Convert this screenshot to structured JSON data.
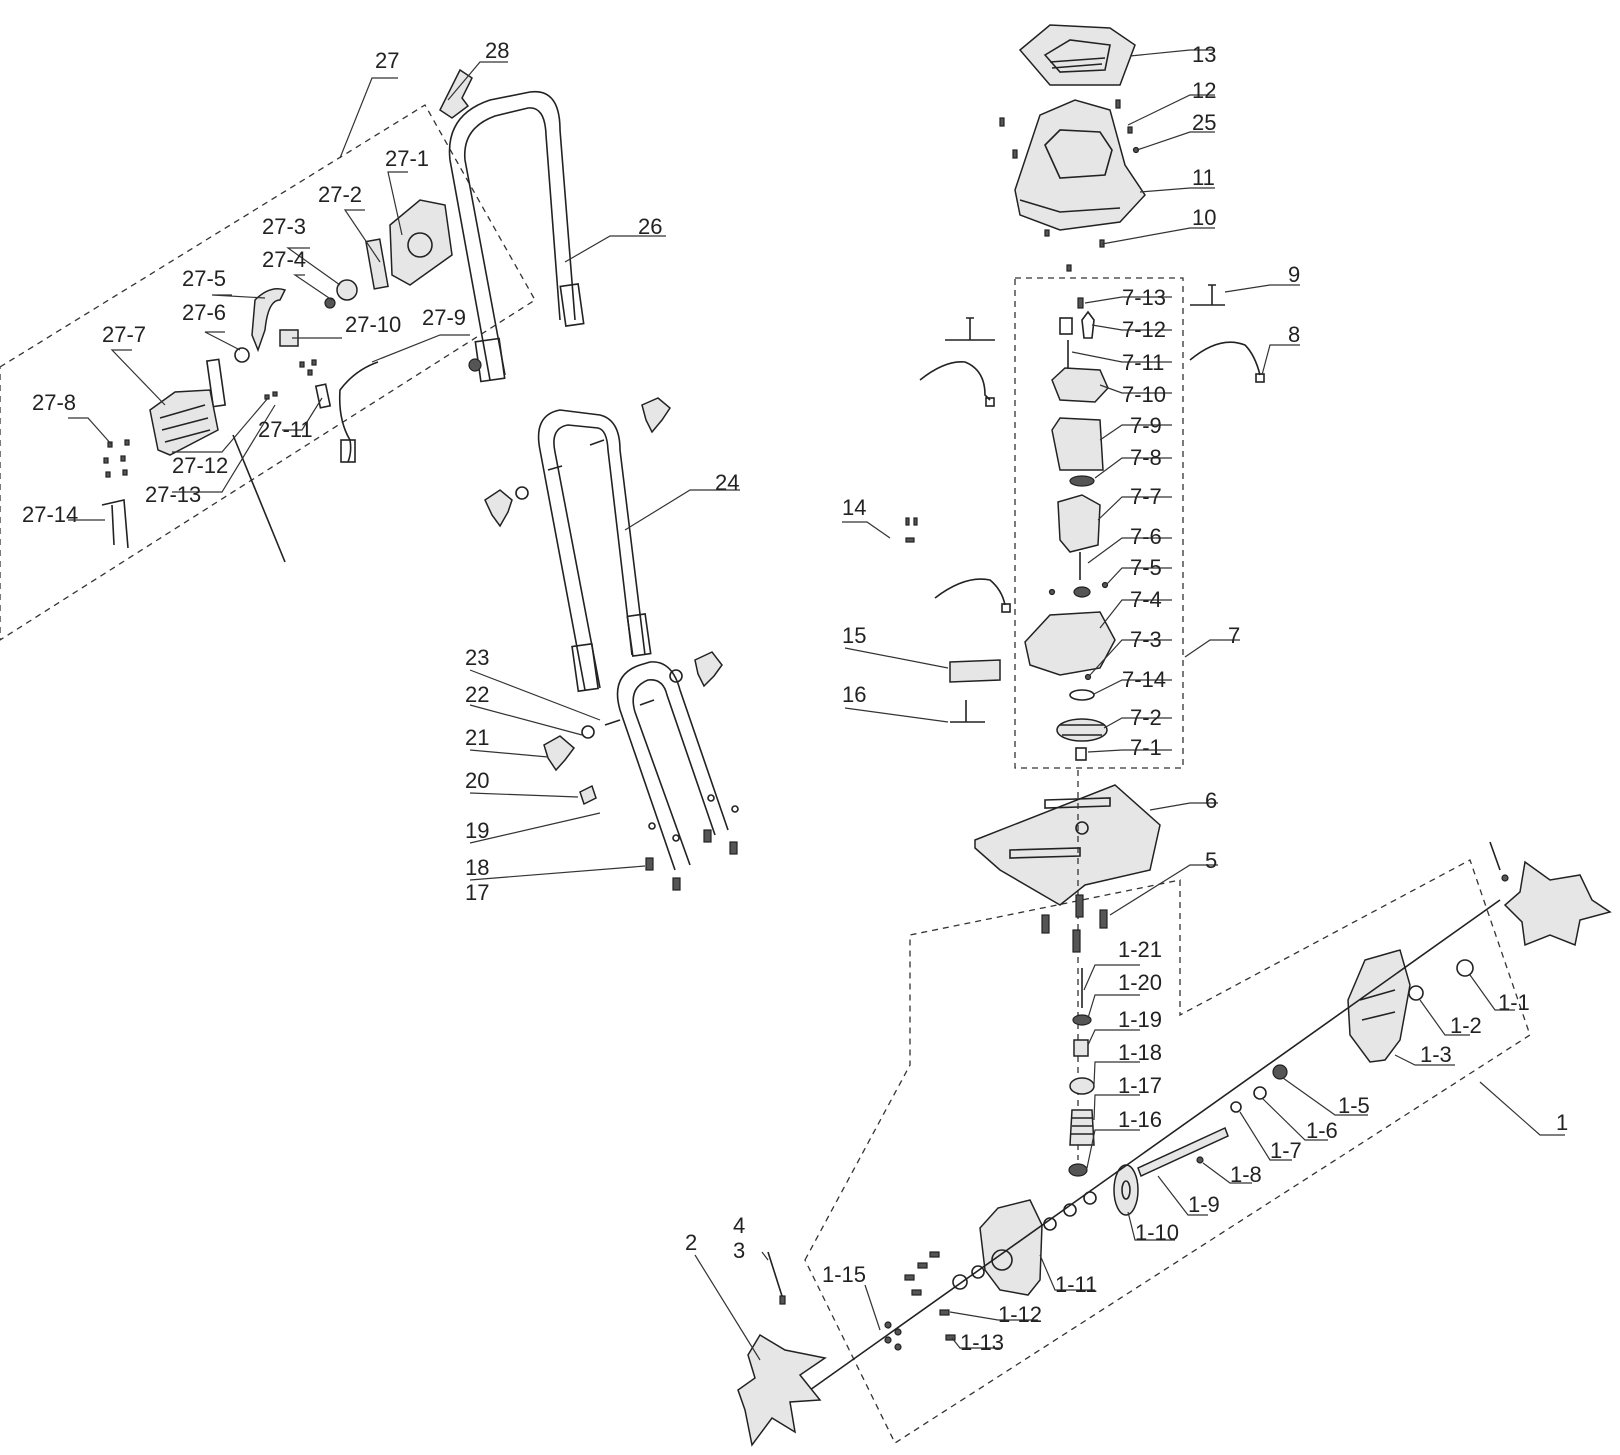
{
  "diagram": {
    "type": "exploded-parts-view",
    "labels": [
      "27",
      "28",
      "27-1",
      "27-2",
      "27-3",
      "27-4",
      "27-5",
      "27-6",
      "27-7",
      "27-8",
      "27-9",
      "27-10",
      "27-11",
      "27-12",
      "27-13",
      "27-14",
      "26",
      "24",
      "23",
      "22",
      "21",
      "20",
      "19",
      "18",
      "17",
      "13",
      "12",
      "25",
      "11",
      "10",
      "9",
      "8",
      "7-13",
      "7-12",
      "7-11",
      "7-10",
      "7-9",
      "7-8",
      "7-7",
      "7-6",
      "7-5",
      "7-4",
      "7-3",
      "7",
      "7-14",
      "7-2",
      "7-1",
      "14",
      "15",
      "16",
      "6",
      "5",
      "1-21",
      "1-20",
      "1-19",
      "1-18",
      "1-17",
      "1-16",
      "1-1",
      "1-2",
      "1-3",
      "1-5",
      "1-6",
      "1-7",
      "1-8",
      "1-9",
      "1-10",
      "1",
      "1-11",
      "1-12",
      "1-13",
      "1-15",
      "4",
      "3",
      "2"
    ]
  }
}
